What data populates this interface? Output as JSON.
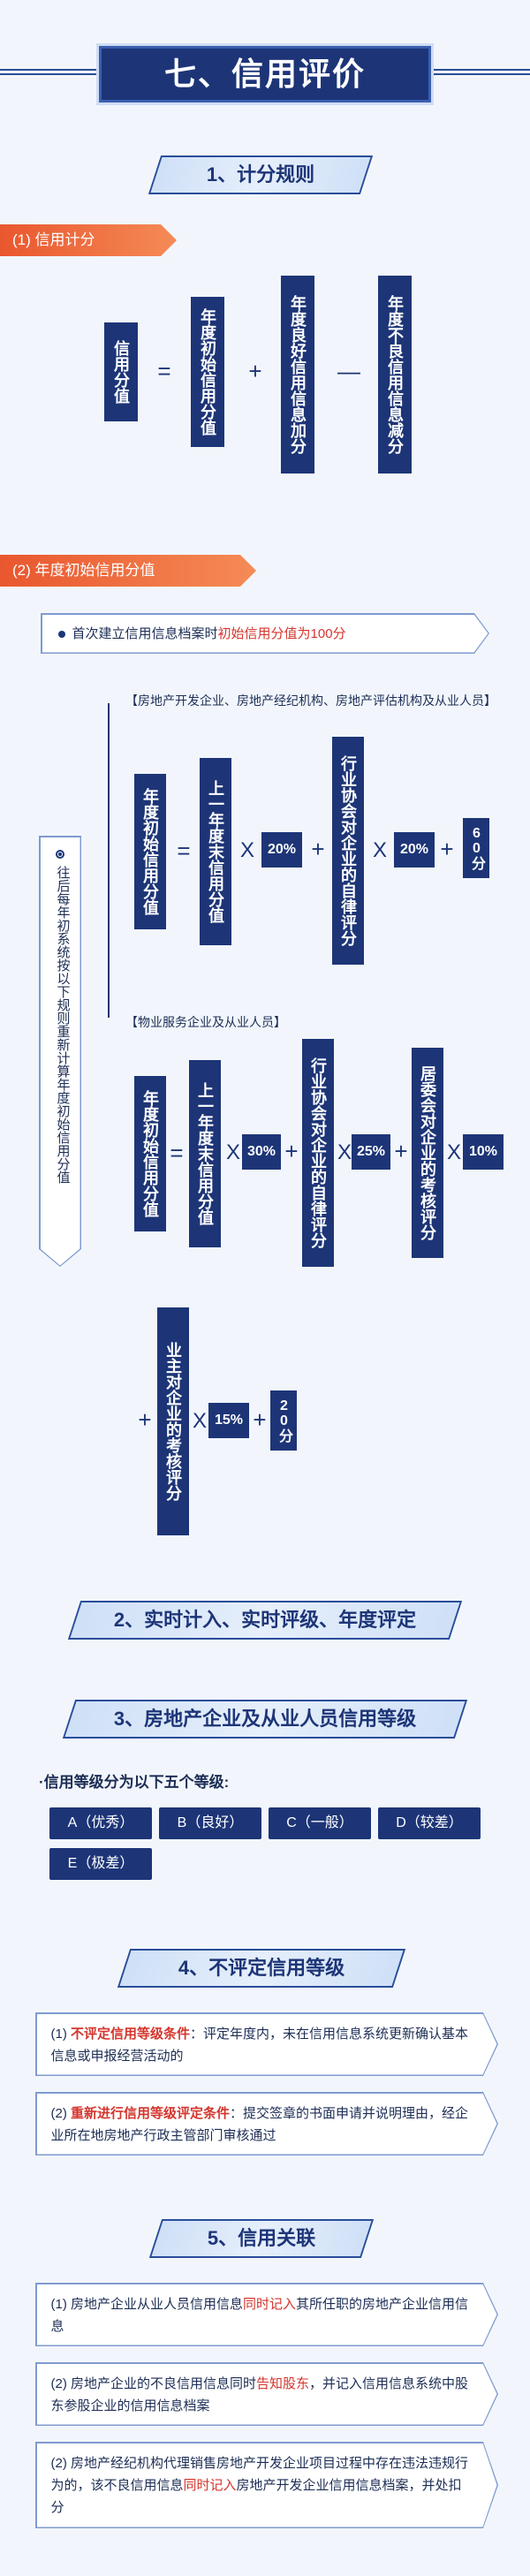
{
  "title": "七、信用评价",
  "sections": {
    "s1": "1、计分规则",
    "s2": "2、实时计入、实时评级、年度评定",
    "s3": "3、房地产企业及从业人员信用等级",
    "s4": "4、不评定信用等级",
    "s5": "5、信用关联"
  },
  "tags": {
    "credit_score": "(1) 信用计分",
    "initial_score": "(2) 年度初始信用分值"
  },
  "formula1": {
    "credit_value": "信用分值",
    "eq": "=",
    "annual_initial": "年度初始信用分值",
    "plus": "+",
    "good_info": "年度良好信用信息加分",
    "minus": "—",
    "bad_info": "年度不良信用信息减分"
  },
  "first_note": {
    "prefix": "首次建立信用信息档案时",
    "highlight": "初始信用分值为100分"
  },
  "side_note": "往后每年初系统按以下规则重新计算年度初始信用分值",
  "group1": {
    "label": "【房地产开发企业、房地产经纪机构、房地产评估机构及从业人员】",
    "a": "年度初始信用分值",
    "eq": "=",
    "b": "上一年度末信用分值",
    "x1": "X",
    "p1": "20%",
    "plus1": "+",
    "c": "行业协会对企业的自律评分",
    "x2": "X",
    "p2": "20%",
    "plus2": "+",
    "d": "60分"
  },
  "group2": {
    "label": "【物业服务企业及从业人员】",
    "a": "年度初始信用分值",
    "eq": "=",
    "b": "上一年度末信用分值",
    "x1": "X",
    "p1": "30%",
    "plus1": "+",
    "c": "行业协会对企业的自律评分",
    "x2": "X",
    "p2": "25%",
    "plus2": "+",
    "d": "居委会对企业的考核评分",
    "x3": "X",
    "p3": "10%",
    "plus3": "+",
    "e": "业主对企业的考核评分",
    "x4": "X",
    "p4": "15%",
    "plus4": "+",
    "f": "20分"
  },
  "grades": {
    "intro": "·信用等级分为以下五个等级:",
    "items": [
      "A（优秀）",
      "B（良好）",
      "C（一般）",
      "D（较差）",
      "E（极差）"
    ]
  },
  "no_rating": {
    "item1": {
      "num": "(1)",
      "highlight": "不评定信用等级条件",
      "text": "：评定年度内，未在信用信息系统更新确认基本信息或申报经营活动的"
    },
    "item2": {
      "num": "(2)",
      "highlight": "重新进行信用等级评定条件",
      "text": "：提交签章的书面申请并说明理由，经企业所在地房地产行政主管部门审核通过"
    }
  },
  "linkage": {
    "item1": {
      "num": "(1)",
      "pre": "房地产企业从业人员信用信息",
      "highlight": "同时记入",
      "post": "其所任职的房地产企业信用信息"
    },
    "item2": {
      "num": "(2)",
      "pre": "房地产企业的不良信用信息同时",
      "highlight": "告知股东",
      "post": "，并记入信用信息系统中股东参股企业的信用信息档案"
    },
    "item3": {
      "num": "(2)",
      "pre": "房地产经纪机构代理销售房地产开发企业项目过程中存在违法违规行为的，该不良信用信息",
      "highlight": "同时记入",
      "post": "房地产开发企业信用信息档案，并处扣分"
    }
  }
}
